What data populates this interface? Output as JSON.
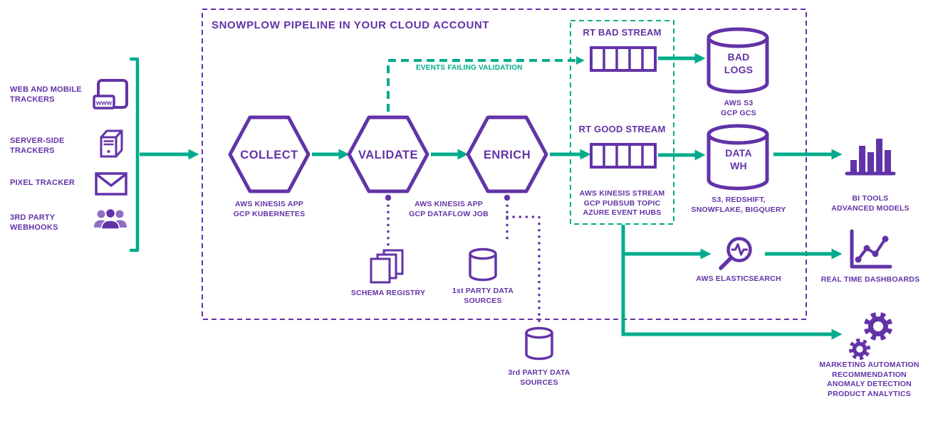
{
  "colors": {
    "purple": "#6233A8",
    "teal": "#00AC8C",
    "light_purple": "#8F6FC6"
  },
  "pipeline_box": {
    "title": "SNOWPLOW PIPELINE IN YOUR CLOUD ACCOUNT"
  },
  "sources": {
    "items": [
      {
        "label": "WEB AND MOBILE TRACKERS",
        "icon": "browser-icon"
      },
      {
        "label": "SERVER-SIDE TRACKERS",
        "icon": "server-icon"
      },
      {
        "label": "PIXEL TRACKER",
        "icon": "envelope-icon"
      },
      {
        "label": "3RD PARTY WEBHOOKS",
        "icon": "webhooks-icon"
      }
    ],
    "browser_icon_text": "www"
  },
  "stages": {
    "collect": {
      "label": "COLLECT",
      "sub": "AWS KINESIS APP\nGCP KUBERNETES"
    },
    "validate": {
      "label": "VALIDATE"
    },
    "enrich": {
      "label": "ENRICH"
    },
    "validate_enrich_sub": "AWS KINESIS APP\nGCP DATAFLOW JOB"
  },
  "events_failing_label": "EVENTS FAILING VALIDATION",
  "streams": {
    "bad": "RT BAD STREAM",
    "good": "RT GOOD STREAM",
    "sub": "AWS KINESIS STREAM\nGCP PUBSUB TOPIC\nAZURE EVENT HUBS"
  },
  "storage": {
    "bad_logs": "BAD\nLOGS",
    "bad_logs_sub": "AWS S3\nGCP GCS",
    "data_wh": "DATA\nWH",
    "data_wh_sub": "S3, REDSHIFT,\nSNOWFLAKE, BIGQUERY"
  },
  "aux": {
    "schema_registry": "SCHEMA REGISTRY",
    "first_party": "1st PARTY DATA\nSOURCES",
    "third_party": "3rd PARTY DATA\nSOURCES",
    "elasticsearch": "AWS ELASTICSEARCH"
  },
  "outputs": {
    "bi_tools": "BI TOOLS\nADVANCED MODELS",
    "dashboards": "REAL TIME DASHBOARDS",
    "activation": "MARKETING AUTOMATION\nRECOMMENDATION\nANOMALY DETECTION\nPRODUCT ANALYTICS"
  }
}
